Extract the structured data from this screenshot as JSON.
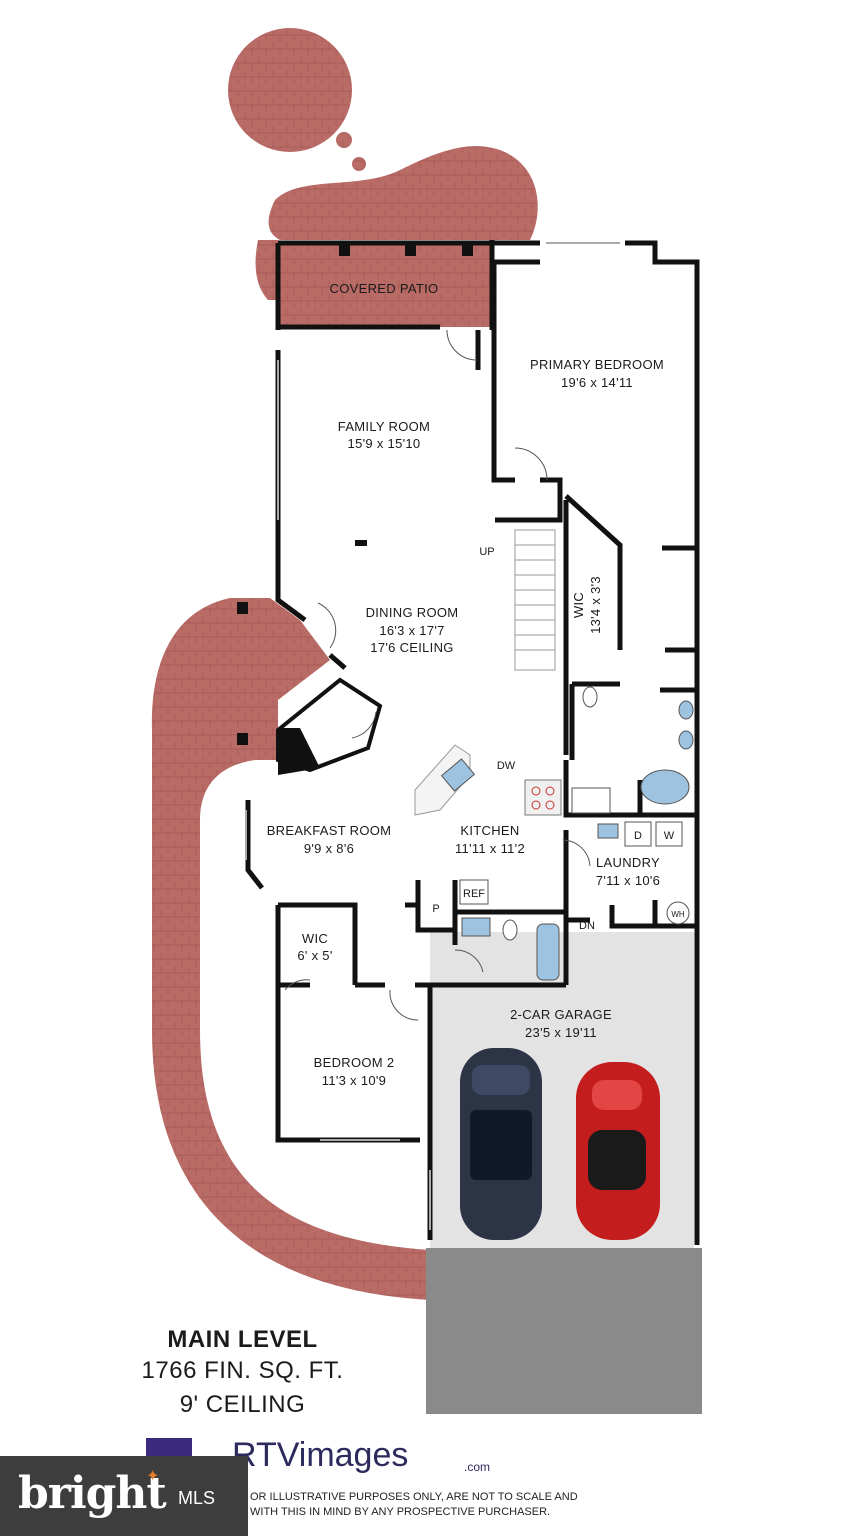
{
  "rooms": {
    "covered_patio": "COVERED PATIO",
    "primary_bedroom": {
      "name": "PRIMARY BEDROOM",
      "size": "19'6 x 14'11"
    },
    "family_room": {
      "name": "FAMILY ROOM",
      "size": "15'9 x 15'10"
    },
    "dining_room": {
      "name": "DINING ROOM",
      "size": "16'3 x 17'7",
      "ceiling": "17'6 CEILING"
    },
    "wic_primary": {
      "name": "WIC",
      "size": "13'4 x 3'3"
    },
    "breakfast_room": {
      "name": "BREAKFAST ROOM",
      "size": "9'9 x 8'6"
    },
    "kitchen": {
      "name": "KITCHEN",
      "size": "11'11 x 11'2"
    },
    "laundry": {
      "name": "LAUNDRY",
      "size": "7'11 x 10'6"
    },
    "wic_small": {
      "name": "WIC",
      "size": "6' x 5'"
    },
    "bedroom_2": {
      "name": "BEDROOM 2",
      "size": "11'3 x 10'9"
    },
    "garage": {
      "name": "2-CAR GARAGE",
      "size": "23'5 x 19'11"
    }
  },
  "fixtures": {
    "up": "UP",
    "dw": "DW",
    "ref": "REF",
    "pantry": "P",
    "dryer": "D",
    "washer": "W",
    "water_heater": "WH",
    "down": "DN"
  },
  "level": {
    "title": "MAIN LEVEL",
    "area": "1766 FIN. SQ. FT.",
    "ceiling": "9' CEILING"
  },
  "brand": {
    "name": "RTVimages",
    "suffix": ".com",
    "disclaimer_line1": "OR ILLUSTRATIVE PURPOSES ONLY, ARE NOT TO SCALE AND",
    "disclaimer_line2": "WITH THIS IN MIND BY ANY PROSPECTIVE PURCHASER.",
    "watermark": "bright",
    "watermark_suffix": "MLS"
  },
  "colors": {
    "brick": "#b96b66",
    "wall": "#111111",
    "garage_floor": "#e3e3e3",
    "driveway": "#8a8a8a",
    "car_dark": "#2c3446",
    "car_red": "#c41d1d"
  }
}
